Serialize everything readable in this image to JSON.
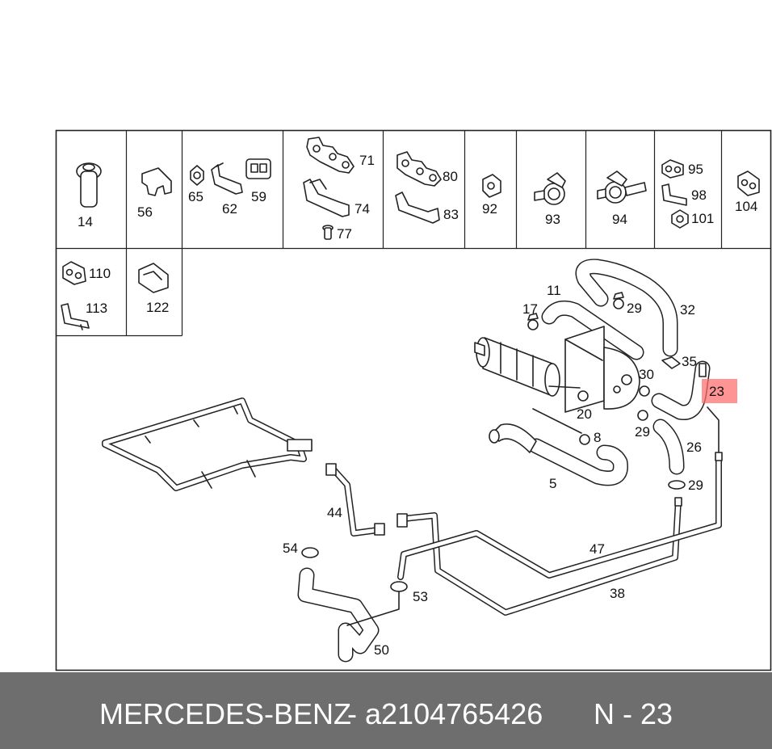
{
  "diagram": {
    "highlight_color": "#ff6b6b",
    "frame_color": "#222222",
    "callouts": {
      "c14": "14",
      "c56": "56",
      "c65": "65",
      "c62": "62",
      "c59": "59",
      "c71": "71",
      "c74": "74",
      "c77": "77",
      "c80": "80",
      "c83": "83",
      "c92": "92",
      "c93": "93",
      "c94": "94",
      "c95": "95",
      "c98": "98",
      "c101": "101",
      "c104": "104",
      "c110": "110",
      "c113": "113",
      "c122": "122",
      "c11": "11",
      "c17": "17",
      "c29a": "29",
      "c32": "32",
      "c35": "35",
      "c30": "30",
      "c23": "23",
      "c20": "20",
      "c29b": "29",
      "c8": "8",
      "c26": "26",
      "c5": "5",
      "c29c": "29",
      "c44": "44",
      "c47": "47",
      "c54": "54",
      "c53": "53",
      "c38": "38",
      "c50": "50"
    }
  },
  "footer": {
    "brand": "MERCEDES-BENZ",
    "separator": "-",
    "part_number": "a2104765426",
    "position": "N - 23",
    "background": "#6e6e6e"
  }
}
